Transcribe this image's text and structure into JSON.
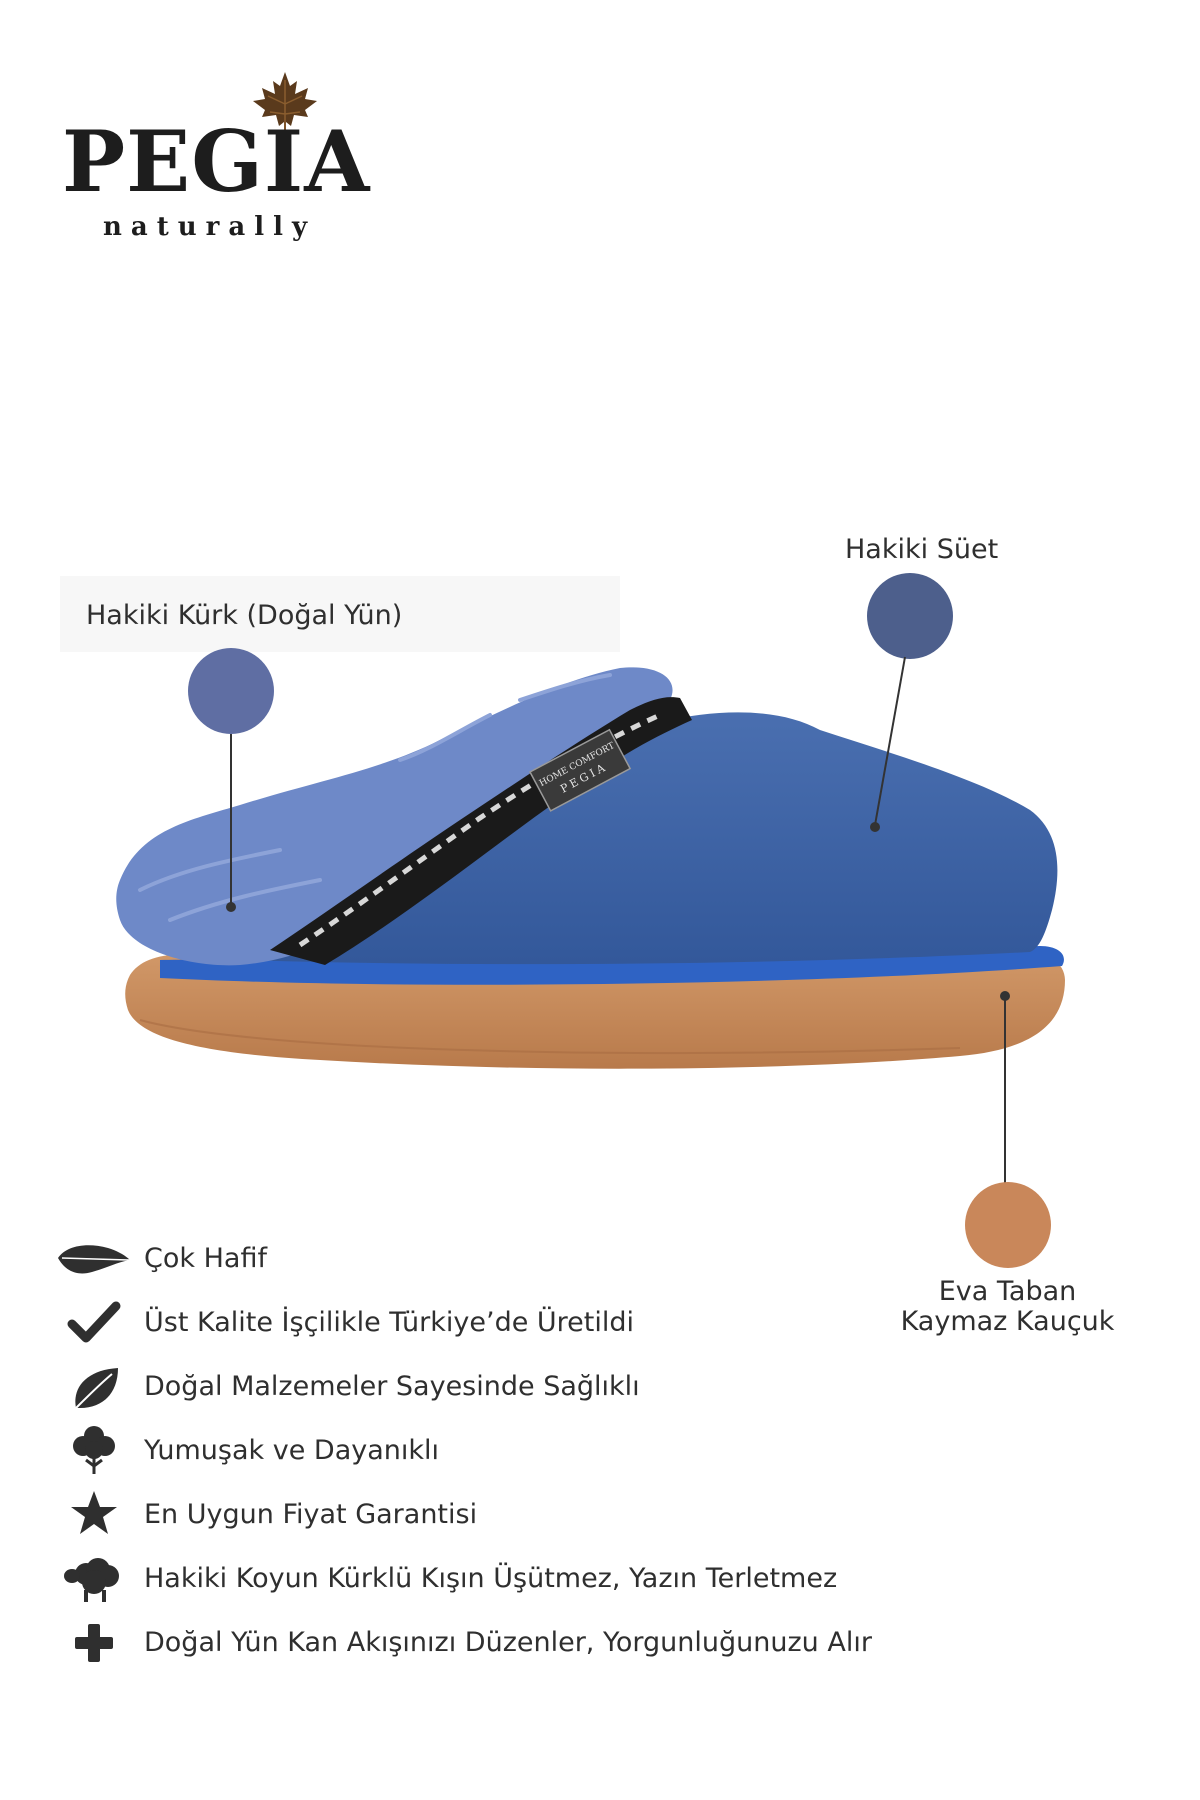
{
  "brand": {
    "name": "PEGIA",
    "tagline": "naturally"
  },
  "product": {
    "label_text": "HOME COMFORT PEGIA",
    "colors": {
      "suede": "#3d63a6",
      "fur": "#6e89c8",
      "sole": "#c98b5a",
      "trim": "#1a1a1a"
    }
  },
  "callouts": {
    "fur": {
      "label": "Hakiki Kürk (Doğal Yün)",
      "color": "#5f6ea3"
    },
    "suede": {
      "label": "Hakiki Süet",
      "color": "#4d5f8c"
    },
    "sole": {
      "line1": "Eva Taban",
      "line2": "Kaymaz Kauçuk",
      "color": "#c9875a"
    }
  },
  "features": [
    {
      "icon": "feather-icon",
      "text": "Çok Hafif"
    },
    {
      "icon": "checkmark-icon",
      "text": "Üst Kalite İşçilikle Türkiye’de Üretildi"
    },
    {
      "icon": "leaf-icon",
      "text": "Doğal Malzemeler Sayesinde Sağlıklı"
    },
    {
      "icon": "cotton-flower-icon",
      "text": "Yumuşak ve Dayanıklı"
    },
    {
      "icon": "star-icon",
      "text": "En Uygun Fiyat Garantisi"
    },
    {
      "icon": "sheep-icon",
      "text": "Hakiki Koyun Kürklü Kışın Üşütmez, Yazın Terletmez"
    },
    {
      "icon": "plus-icon",
      "text": "Doğal Yün Kan Akışınızı Düzenler, Yorgunluğunuzu Alır"
    }
  ]
}
